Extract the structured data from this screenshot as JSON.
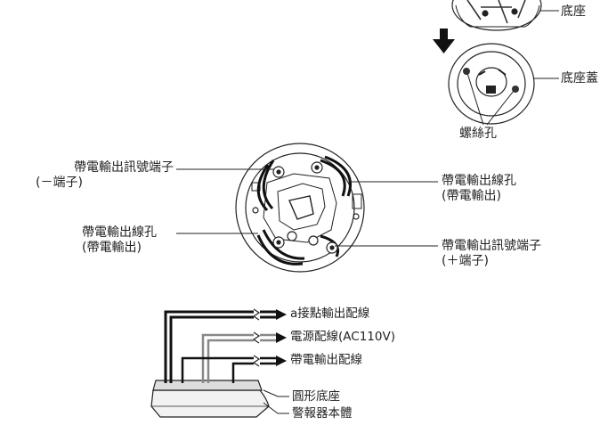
{
  "top": {
    "base": "底座",
    "base_cover": "底座蓋",
    "screw_holes": "螺絲孔"
  },
  "middle": {
    "signal_minus": {
      "line1": "帶電輸出訊號端子",
      "line2": "(－端子)"
    },
    "output_hole_right": {
      "line1": "帶電輸出線孔",
      "line2": "(帶電輸出)"
    },
    "output_hole_left": {
      "line1": "帶電輸出線孔",
      "line2": "(帶電輸出)"
    },
    "signal_plus": {
      "line1": "帶電輸出訊號端子",
      "line2": "(＋端子)"
    }
  },
  "bottom": {
    "a_contact": "a接點輸出配線",
    "power": "電源配線(AC110V)",
    "charged_output": "帶電輸出配線",
    "round_base": "圓形底座",
    "alarm_body": "警報器本體"
  }
}
